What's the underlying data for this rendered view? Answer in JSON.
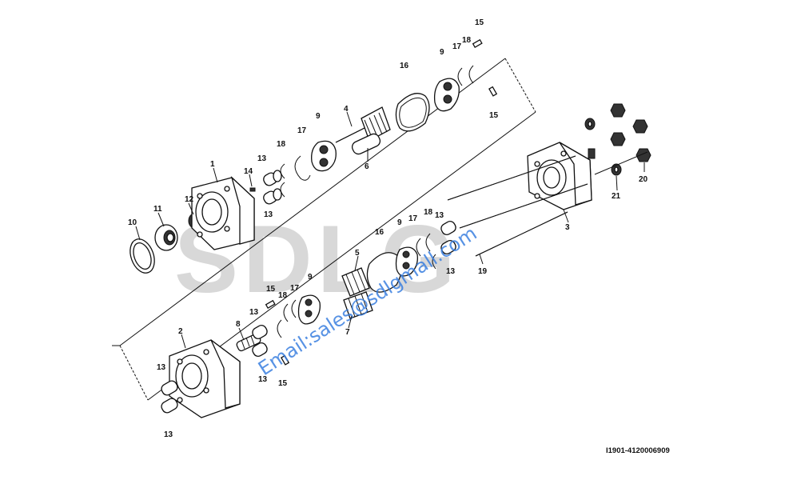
{
  "watermark": {
    "logo_text": "SDLG",
    "email": "Email:sales@sdlgmall.com"
  },
  "drawing_ref": "I1901-4120006909",
  "callouts": [
    {
      "id": "c1",
      "label": "1"
    },
    {
      "id": "c2",
      "label": "2"
    },
    {
      "id": "c3",
      "label": "3"
    },
    {
      "id": "c4",
      "label": "4"
    },
    {
      "id": "c5",
      "label": "5"
    },
    {
      "id": "c6",
      "label": "6"
    },
    {
      "id": "c7",
      "label": "7"
    },
    {
      "id": "c8",
      "label": "8"
    },
    {
      "id": "c9a",
      "label": "9"
    },
    {
      "id": "c9b",
      "label": "9"
    },
    {
      "id": "c9c",
      "label": "9"
    },
    {
      "id": "c9d",
      "label": "9"
    },
    {
      "id": "c10",
      "label": "10"
    },
    {
      "id": "c11",
      "label": "11"
    },
    {
      "id": "c12",
      "label": "12"
    },
    {
      "id": "c13a",
      "label": "13"
    },
    {
      "id": "c13b",
      "label": "13"
    },
    {
      "id": "c13c",
      "label": "13"
    },
    {
      "id": "c13d",
      "label": "13"
    },
    {
      "id": "c13e",
      "label": "13"
    },
    {
      "id": "c13f",
      "label": "13"
    },
    {
      "id": "c13g",
      "label": "13"
    },
    {
      "id": "c13h",
      "label": "13"
    },
    {
      "id": "c14",
      "label": "14"
    },
    {
      "id": "c15a",
      "label": "15"
    },
    {
      "id": "c15b",
      "label": "15"
    },
    {
      "id": "c15c",
      "label": "15"
    },
    {
      "id": "c15d",
      "label": "15"
    },
    {
      "id": "c16a",
      "label": "16"
    },
    {
      "id": "c16b",
      "label": "16"
    },
    {
      "id": "c17a",
      "label": "17"
    },
    {
      "id": "c17b",
      "label": "17"
    },
    {
      "id": "c17c",
      "label": "17"
    },
    {
      "id": "c17d",
      "label": "17"
    },
    {
      "id": "c18a",
      "label": "18"
    },
    {
      "id": "c18b",
      "label": "18"
    },
    {
      "id": "c18c",
      "label": "18"
    },
    {
      "id": "c18d",
      "label": "18"
    },
    {
      "id": "c19",
      "label": "19"
    },
    {
      "id": "c20",
      "label": "20"
    },
    {
      "id": "c21",
      "label": "21"
    }
  ]
}
